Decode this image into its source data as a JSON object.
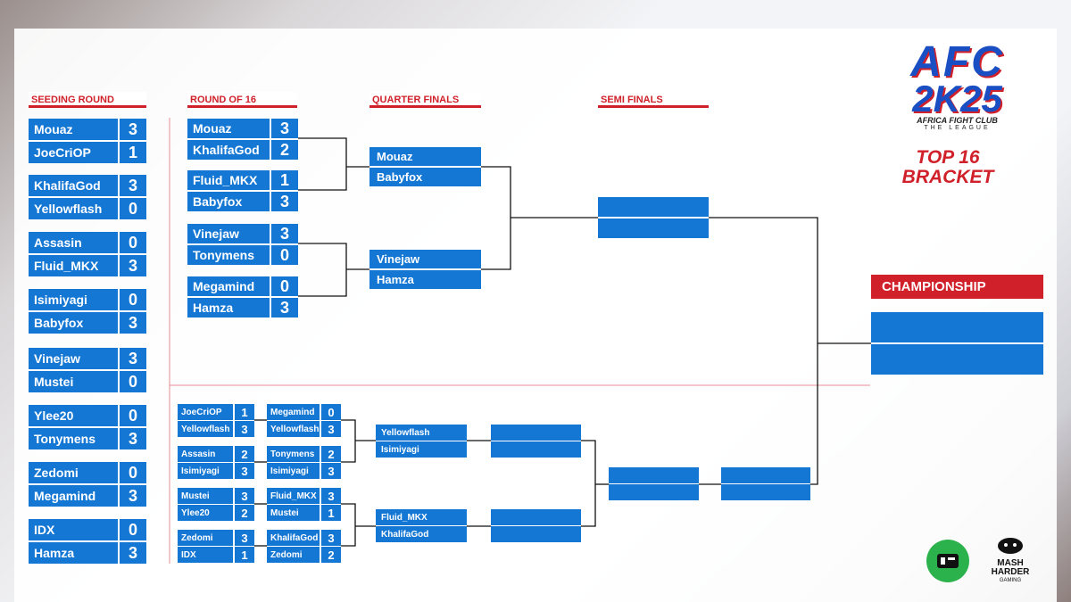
{
  "headers": {
    "seeding": "SEEDING ROUND",
    "r16": "ROUND OF 16",
    "qf": "QUARTER FINALS",
    "sf": "SEMI FINALS",
    "championship": "CHAMPIONSHIP"
  },
  "branding": {
    "title_line1": "AFC",
    "title_line2": "2K25",
    "subtitle": "AFRICA FIGHT CLUB",
    "league": "THE LEAGUE",
    "bracket_line1": "TOP 16",
    "bracket_line2": "BRACKET",
    "sponsor_right_line1": "MASH",
    "sponsor_right_line2": "HARDER",
    "sponsor_right_line3": "GAMING"
  },
  "colors": {
    "accent": "#d0202a",
    "box": "#1577d4"
  },
  "seeding": [
    [
      {
        "name": "Mouaz",
        "score": "3"
      },
      {
        "name": "JoeCriOP",
        "score": "1"
      }
    ],
    [
      {
        "name": "KhalifaGod",
        "score": "3"
      },
      {
        "name": "Yellowflash",
        "score": "0"
      }
    ],
    [
      {
        "name": "Assasin",
        "score": "0"
      },
      {
        "name": "Fluid_MKX",
        "score": "3"
      }
    ],
    [
      {
        "name": "Isimiyagi",
        "score": "0"
      },
      {
        "name": "Babyfox",
        "score": "3"
      }
    ],
    [
      {
        "name": "Vinejaw",
        "score": "3"
      },
      {
        "name": "Mustei",
        "score": "0"
      }
    ],
    [
      {
        "name": "Ylee20",
        "score": "0"
      },
      {
        "name": "Tonymens",
        "score": "3"
      }
    ],
    [
      {
        "name": "Zedomi",
        "score": "0"
      },
      {
        "name": "Megamind",
        "score": "3"
      }
    ],
    [
      {
        "name": "IDX",
        "score": "0"
      },
      {
        "name": "Hamza",
        "score": "3"
      }
    ]
  ],
  "r16": [
    [
      {
        "name": "Mouaz",
        "score": "3"
      },
      {
        "name": "KhalifaGod",
        "score": "2"
      }
    ],
    [
      {
        "name": "Fluid_MKX",
        "score": "1"
      },
      {
        "name": "Babyfox",
        "score": "3"
      }
    ],
    [
      {
        "name": "Vinejaw",
        "score": "3"
      },
      {
        "name": "Tonymens",
        "score": "0"
      }
    ],
    [
      {
        "name": "Megamind",
        "score": "0"
      },
      {
        "name": "Hamza",
        "score": "3"
      }
    ]
  ],
  "qf_upper": [
    [
      {
        "name": "Mouaz"
      },
      {
        "name": "Babyfox"
      }
    ],
    [
      {
        "name": "Vinejaw"
      },
      {
        "name": "Hamza"
      }
    ]
  ],
  "lower_r1": [
    [
      {
        "name": "JoeCriOP",
        "score": "1"
      },
      {
        "name": "Yellowflash",
        "score": "3"
      }
    ],
    [
      {
        "name": "Assasin",
        "score": "2"
      },
      {
        "name": "Isimiyagi",
        "score": "3"
      }
    ],
    [
      {
        "name": "Mustei",
        "score": "3"
      },
      {
        "name": "Ylee20",
        "score": "2"
      }
    ],
    [
      {
        "name": "Zedomi",
        "score": "3"
      },
      {
        "name": "IDX",
        "score": "1"
      }
    ]
  ],
  "lower_r2": [
    [
      {
        "name": "Megamind",
        "score": "0"
      },
      {
        "name": "Yellowflash",
        "score": "3"
      }
    ],
    [
      {
        "name": "Tonymens",
        "score": "2"
      },
      {
        "name": "Isimiyagi",
        "score": "3"
      }
    ],
    [
      {
        "name": "Fluid_MKX",
        "score": "3"
      },
      {
        "name": "Mustei",
        "score": "1"
      }
    ],
    [
      {
        "name": "KhalifaGod",
        "score": "3"
      },
      {
        "name": "Zedomi",
        "score": "2"
      }
    ]
  ],
  "lower_r3": [
    [
      {
        "name": "Yellowflash"
      },
      {
        "name": "Isimiyagi"
      }
    ],
    [
      {
        "name": "Fluid_MKX"
      },
      {
        "name": "KhalifaGod"
      }
    ]
  ]
}
